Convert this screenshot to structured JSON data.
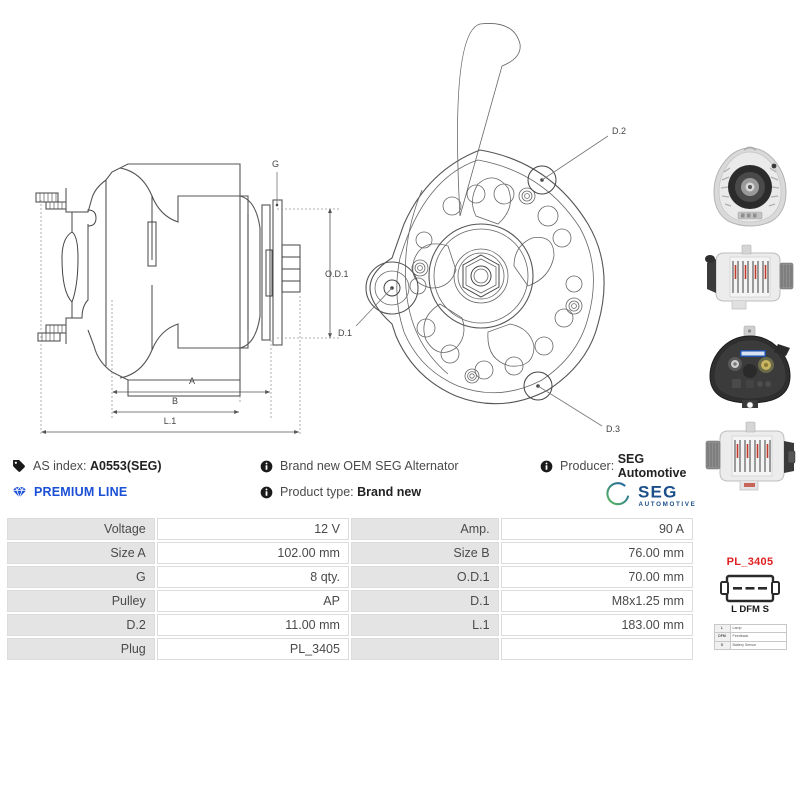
{
  "product": {
    "as_index_label": "AS index:",
    "as_index_value": "A0553(SEG)",
    "premium_label": "PREMIUM LINE",
    "description": "Brand new OEM SEG Alternator",
    "product_type_label": "Product type:",
    "product_type_value": "Brand new",
    "producer_label": "Producer:",
    "producer_value": "SEG Automotive"
  },
  "brand_logo": {
    "name": "SEG",
    "subtitle": "AUTOMOTIVE",
    "arc_start_color": "#5cb85c",
    "arc_end_color": "#1f5fa8",
    "text_color": "#1b4f8a"
  },
  "colors": {
    "premium_blue": "#1a4fd6",
    "plug_red": "#e02020",
    "label_bg": "#e4e4e4",
    "border": "#dcdcdc"
  },
  "spec_table": {
    "rows": [
      {
        "label_l": "Voltage",
        "value_l": "12 V",
        "label_r": "Amp.",
        "value_r": "90 A"
      },
      {
        "label_l": "Size A",
        "value_l": "102.00 mm",
        "label_r": "Size B",
        "value_r": "76.00 mm"
      },
      {
        "label_l": "G",
        "value_l": "8 qty.",
        "label_r": "O.D.1",
        "value_r": "70.00 mm"
      },
      {
        "label_l": "Pulley",
        "value_l": "AP",
        "label_r": "D.1",
        "value_r": "M8x1.25 mm"
      },
      {
        "label_l": "D.2",
        "value_l": "11.00 mm",
        "label_r": "L.1",
        "value_r": "183.00 mm"
      },
      {
        "label_l": "Plug",
        "value_l": "PL_3405",
        "label_r": "",
        "value_r": ""
      }
    ]
  },
  "drawing_labels": {
    "side_view": {
      "g": "G",
      "od1": "O.D.1",
      "a": "A",
      "b": "B",
      "l1": "L.1"
    },
    "front_view": {
      "d1": "D.1",
      "d2": "D.2",
      "d3": "D.3"
    }
  },
  "plug": {
    "code": "PL_3405",
    "pin_labels": "L DFM S",
    "legend": [
      {
        "key": "L",
        "meaning": "Lamp"
      },
      {
        "key": "DFM",
        "meaning": "Feedback"
      },
      {
        "key": "S",
        "meaning": "Battery Sensor"
      }
    ]
  },
  "photos": [
    {
      "view": "front-pulley-view"
    },
    {
      "view": "side-view-right"
    },
    {
      "view": "rear-terminal-view"
    },
    {
      "view": "side-view-left"
    }
  ]
}
